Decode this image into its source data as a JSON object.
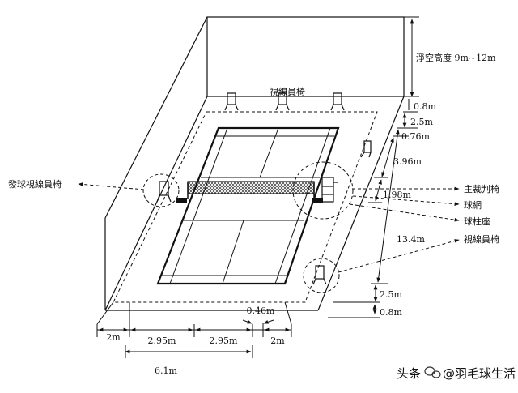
{
  "labels": {
    "clear_height": "淨空高度 9m~12m",
    "line_judge_chairs_top": "視線員椅",
    "service_judge_chair": "發球視線員椅",
    "umpire_chair": "主裁判椅",
    "net": "球網",
    "post_base": "球柱座",
    "line_judge_chair_right": "視線員椅"
  },
  "dimensions": {
    "top_gap": "0.8m",
    "chair_zone_top": "2.5m",
    "back_service": "0.76m",
    "service_depth": "3.96m",
    "net_zone": "1.98m",
    "court_length": "13.4m",
    "chair_zone_bottom": "2.5m",
    "bottom_gap": "0.8m",
    "side_2m_left": "2m",
    "half_width_left": "2.95m",
    "half_width_right": "2.95m",
    "side_2m_right": "2m",
    "doubles_alley": "0.46m",
    "court_width": "6.1m"
  },
  "watermark": {
    "prefix": "头条",
    "account": "@羽毛球生活"
  }
}
